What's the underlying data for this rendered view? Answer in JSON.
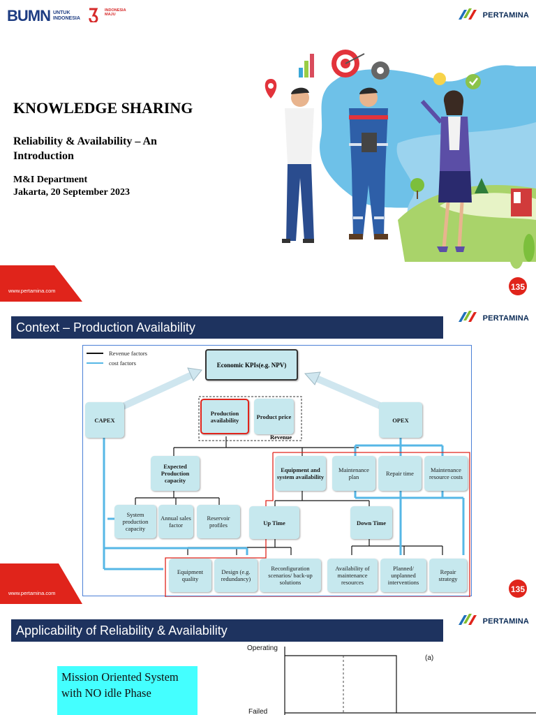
{
  "slide1": {
    "bumn_logo": "BUMN",
    "bumn_sub": "UNTUK INDONESIA",
    "ri_text": "INDONESIA MAJU",
    "pertamina_label": "PERTAMINA",
    "title": "KNOWLEDGE SHARING",
    "subtitle": "Reliability & Availability – An Introduction",
    "dept_line1": "M&I Department",
    "dept_line2": "Jakarta, 20 September 2023",
    "url": "www.pertamina.com",
    "badge": "135"
  },
  "slide2": {
    "banner": "Context – Production Availability",
    "pertamina_label": "PERTAMINA",
    "url": "www.pertamina.com",
    "badge": "135",
    "legend_revenue": "Revenue factors",
    "legend_cost": "cost factors",
    "kpi": "Economic KPIs(e.g. NPV)",
    "revenue_label": "Revenue",
    "nodes": {
      "capex": "CAPEX",
      "production_availability": "Production availability",
      "product_price": "Product price",
      "opex": "OPEX",
      "expected_production": "Expected Production capacity",
      "equipment_availability": "Equipment and system availability",
      "maintenance_plan": "Maintenance plan",
      "repair_time": "Repair time",
      "maintenance_resource": "Maintenance resource costs",
      "system_production": "System production capacity",
      "annual_sales": "Annual sales factor",
      "reservoir": "Reservoir profiles",
      "up_time": "Up Time",
      "down_time": "Down Time",
      "equipment_quality": "Equipment quality",
      "design": "Design (e.g. redundancy)",
      "reconfiguration": "Reconfiguration scenarios/ back-up solutions",
      "availability_maintenance": "Availability of maintenance resources",
      "planned": "Planned/ unplanned interventions",
      "repair_strategy": "Repair strategy"
    }
  },
  "slide3": {
    "banner": "Applicability of Reliability & Availability",
    "pertamina_label": "PERTAMINA",
    "mission_text": "Mission Oriented System with NO idle Phase",
    "label_operating": "Operating",
    "label_failed": "Failed",
    "label_a": "(a)"
  },
  "colors": {
    "navy": "#1e335f",
    "red": "#e0241b",
    "cyan_box": "#44ffff",
    "node_fill": "#c6e8ee",
    "cost_line": "#56b7e6"
  }
}
